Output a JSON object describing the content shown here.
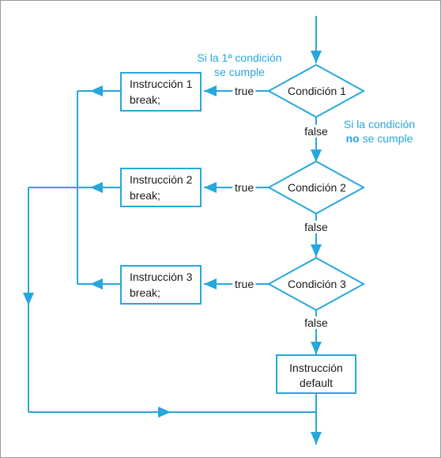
{
  "colors": {
    "accent": "#27a7dc",
    "text": "#1a1a1a",
    "border": "#9a9a9a"
  },
  "conditions": [
    {
      "label": "Condición 1",
      "true_label": "true",
      "false_label": "false"
    },
    {
      "label": "Condición 2",
      "true_label": "true",
      "false_label": "false"
    },
    {
      "label": "Condición 3",
      "true_label": "true",
      "false_label": "false"
    }
  ],
  "instructions": [
    {
      "line1": "Instrucción 1",
      "line2": "break;"
    },
    {
      "line1": "Instrucción 2",
      "line2": "break;"
    },
    {
      "line1": "Instrucción 3",
      "line2": "break;"
    }
  ],
  "default_box": {
    "line1": "Instrucción",
    "line2": "default"
  },
  "notes": {
    "first_condition_met": {
      "line1": "Si la 1ª condición",
      "line2": "se cumple"
    },
    "condition_not_met": {
      "line1": "Si la condición",
      "bold_word": "no",
      "line2_rest": " se cumple"
    }
  }
}
